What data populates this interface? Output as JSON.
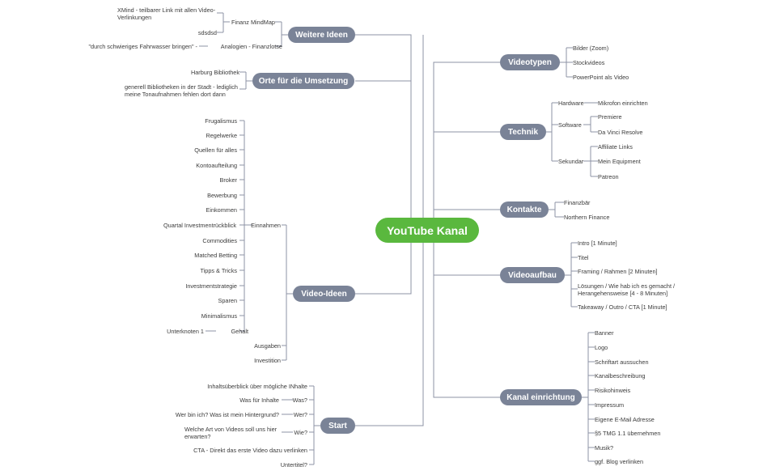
{
  "center": {
    "label": "YouTube Kanal"
  },
  "right": {
    "videotypen": {
      "label": "Videotypen",
      "items": [
        "Bilder (Zoom)",
        "Stockvideos",
        "PowerPoint als Video"
      ]
    },
    "technik": {
      "label": "Technik",
      "hardware": {
        "label": "Hardware",
        "item": "Mikrofon einrichten"
      },
      "software": {
        "label": "Software",
        "items": [
          "Premiere",
          "Da Vinci Resolve"
        ]
      },
      "sekundar": {
        "label": "Sekundar",
        "items": [
          "Affiliate Links",
          "Mein Equipment",
          "Patreon"
        ]
      }
    },
    "kontakte": {
      "label": "Kontakte",
      "items": [
        "Finanzbär",
        "Northern Finance"
      ]
    },
    "videoaufbau": {
      "label": "Videoaufbau",
      "items": [
        "Intro [1 Minute]",
        "Titel",
        "Framing / Rahmen [2 Minuten]",
        "Lösungen / Wie hab ich es gemacht / Herangehensweise [4 - 8 Minuten]",
        "Takeaway / Outro / CTA [1 Minute]"
      ]
    },
    "kanal": {
      "label": "Kanal einrichtung",
      "items": [
        "Banner",
        "Logo",
        "Schriftart aussuchen",
        "Kanalbeschreibung",
        "Risikohinweis",
        "Impressum",
        "Eigene E-Mail Adresse",
        "§5 TMG 1.1 übernehmen",
        "Musik?",
        "ggf. Blog verlinken"
      ]
    }
  },
  "left": {
    "weitere": {
      "label": "Weitere Ideen",
      "mindmap": {
        "label": "Finanz MindMap",
        "items": [
          "XMind - teilbarer Link mit allen Video-Verlinkungen",
          "sdsdsd"
        ]
      },
      "analogien": {
        "label": "Analogien - Finanzlotse",
        "item": "\"durch schwieriges Fahrwasser bringen\" -"
      }
    },
    "orte": {
      "label": "Orte für die Umsetzung",
      "items": [
        "Harburg Bibliothek",
        "generell Bibliotheken in der Stadt - lediglich meine Tonaufnahmen fehlen dort dann"
      ]
    },
    "videoideen": {
      "label": "Video-Ideen",
      "einnahmen": {
        "label": "Einnahmen",
        "items": [
          "Frugalismus",
          "Regelwerke",
          "Quellen für alles",
          "Kontoaufteilung",
          "Broker",
          "Bewerbung",
          "Einkommen",
          "Quartal Investmentrückblick",
          "Commodities",
          "Matched Betting",
          "Tipps & Tricks",
          "Investmentstrategie",
          "Sparen",
          "Minimalismus"
        ],
        "gehalt": {
          "label": "Gehalt",
          "item": "Unterknoten 1"
        }
      },
      "others": [
        "Ausgaben",
        "Investition"
      ]
    },
    "start": {
      "label": "Start",
      "items": [
        "Inhaltsüberblick über mögliche INhalte"
      ],
      "was": {
        "label": "Was?",
        "item": "Was für Inhalte"
      },
      "wer": {
        "label": "Wer?",
        "item": "Wer bin ich? Was ist mein Hintergrund?"
      },
      "wie": {
        "label": "Wie?",
        "item": "Welche Art von Videos soll uns hier erwarten?"
      },
      "tail": [
        "CTA - Direkt das erste Video dazu verlinken",
        "Untertitel?"
      ]
    }
  },
  "colors": {
    "center": "#5ab83e",
    "main": "#7a8397",
    "line": "#8d93a5",
    "text": "#3b3b3b"
  }
}
